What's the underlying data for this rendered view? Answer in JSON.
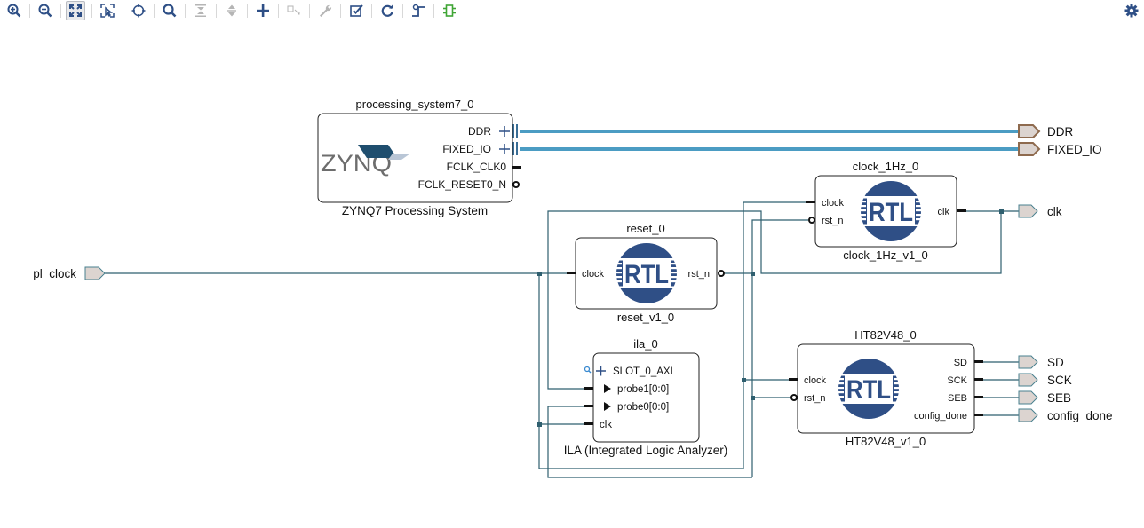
{
  "toolbar": {
    "buttons": [
      {
        "id": "zoom-in",
        "icon": "zoom-in-icon",
        "enabled": true
      },
      {
        "id": "zoom-out",
        "icon": "zoom-out-icon",
        "enabled": true
      },
      {
        "id": "zoom-fit",
        "icon": "zoom-fit-icon",
        "enabled": true,
        "active": true
      },
      {
        "id": "zoom-area",
        "icon": "zoom-area-icon",
        "enabled": true
      },
      {
        "id": "auto-connect",
        "icon": "crosshair-icon",
        "enabled": true
      },
      {
        "id": "search",
        "icon": "search-icon",
        "enabled": true
      },
      {
        "id": "collapse-all",
        "icon": "collapse-icon",
        "enabled": false
      },
      {
        "id": "expand-all",
        "icon": "expand-icon",
        "enabled": false
      },
      {
        "id": "add-ip",
        "icon": "plus-icon",
        "enabled": true
      },
      {
        "id": "make-external",
        "icon": "make-external-icon",
        "enabled": false
      },
      {
        "id": "properties",
        "icon": "wrench-icon",
        "enabled": false
      },
      {
        "id": "validate",
        "icon": "validate-icon",
        "enabled": true
      },
      {
        "id": "regenerate",
        "icon": "refresh-icon",
        "enabled": true
      },
      {
        "id": "optimize-routing",
        "icon": "routing-icon",
        "enabled": true
      },
      {
        "id": "add-module",
        "icon": "module-icon",
        "enabled": true
      }
    ],
    "settings_icon": "gear-icon"
  },
  "colors": {
    "wire": "#2f5f6f",
    "bus": "#4b9cc3",
    "bus_edge": "#3a6e96",
    "port_fill": "#dcd4d0",
    "port_stroke": "#49808f",
    "bus_port_stroke": "#8e6a4e",
    "rtl_blue": "#2f4f86",
    "toolbar_icon": "#2e4f86",
    "toolbar_disabled": "#b5b5b5",
    "module_green": "#3fa535"
  },
  "blocks": {
    "ps7": {
      "instance": "processing_system7_0",
      "type_label": "ZYNQ7 Processing System",
      "logo_text": "ZYNQ",
      "ports": [
        "DDR",
        "FIXED_IO",
        "FCLK_CLK0",
        "FCLK_RESET0_N"
      ]
    },
    "clock_1hz": {
      "instance": "clock_1Hz_0",
      "type_label": "clock_1Hz_v1_0",
      "logo_text": "RTL",
      "inputs": [
        "clock",
        "rst_n"
      ],
      "outputs": [
        "clk"
      ]
    },
    "reset": {
      "instance": "reset_0",
      "type_label": "reset_v1_0",
      "logo_text": "RTL",
      "inputs": [
        "clock"
      ],
      "outputs": [
        "rst_n"
      ]
    },
    "ila": {
      "instance": "ila_0",
      "type_label": "ILA (Integrated Logic Analyzer)",
      "ports": [
        "SLOT_0_AXI",
        "probe1[0:0]",
        "probe0[0:0]",
        "clk"
      ]
    },
    "ht82v48": {
      "instance": "HT82V48_0",
      "type_label": "HT82V48_v1_0",
      "logo_text": "RTL",
      "inputs": [
        "clock",
        "rst_n"
      ],
      "outputs": [
        "SD",
        "SCK",
        "SEB",
        "config_done"
      ]
    }
  },
  "external_ports": {
    "pl_clock": "pl_clock",
    "DDR": "DDR",
    "FIXED_IO": "FIXED_IO",
    "clk": "clk",
    "SD": "SD",
    "SCK": "SCK",
    "SEB": "SEB",
    "config_done": "config_done"
  }
}
